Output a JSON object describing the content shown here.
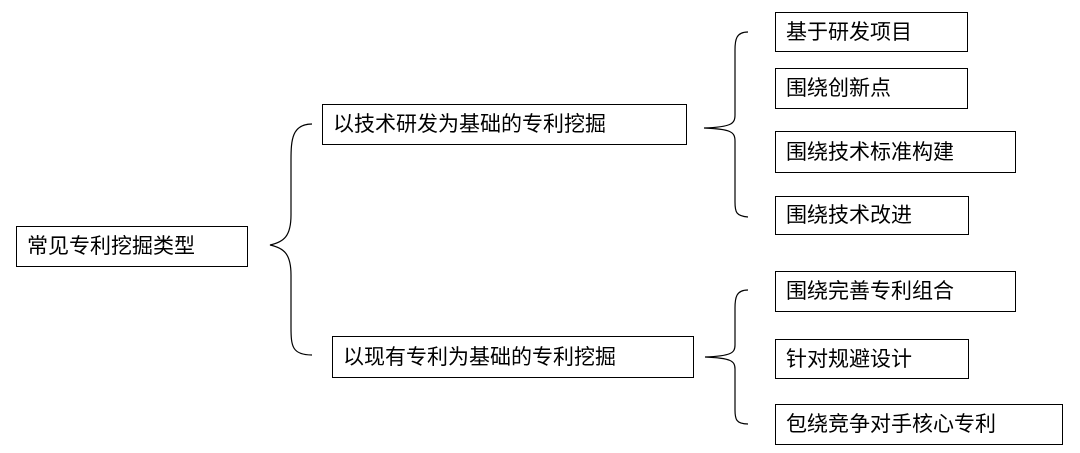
{
  "root": {
    "label": "常见专利挖掘类型"
  },
  "branches": [
    {
      "label": "以技术研发为基础的专利挖掘",
      "children": [
        {
          "label": "基于研发项目"
        },
        {
          "label": "围绕创新点"
        },
        {
          "label": "围绕技术标准构建"
        },
        {
          "label": "围绕技术改进"
        }
      ]
    },
    {
      "label": "以现有专利为基础的专利挖掘",
      "children": [
        {
          "label": "围绕完善专利组合"
        },
        {
          "label": "针对规避设计"
        },
        {
          "label": "包绕竞争对手核心专利"
        }
      ]
    }
  ]
}
